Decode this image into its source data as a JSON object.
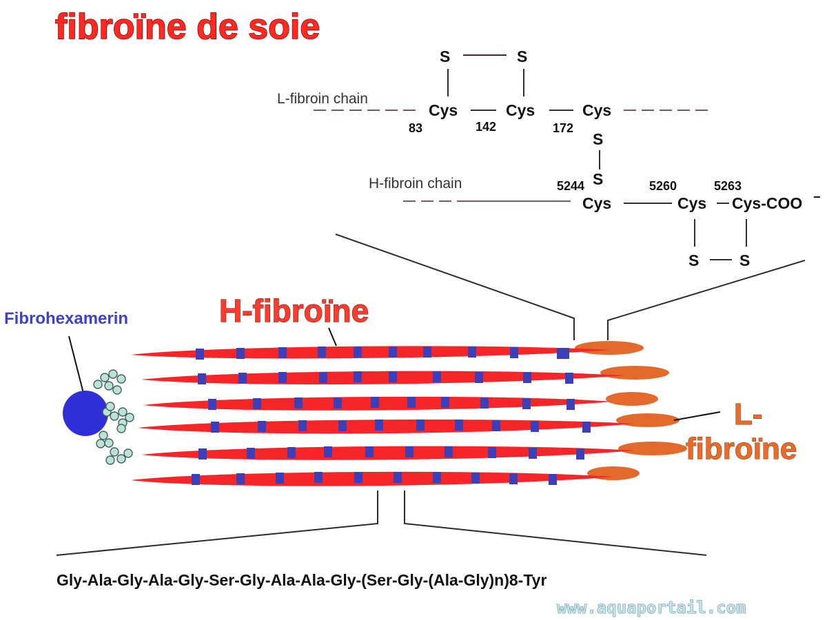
{
  "title": "fibroïne de soie",
  "labels": {
    "h_fibroine": "H-fibroïne",
    "l_fibroine_line1": "L-",
    "l_fibroine_line2": "fibroïne",
    "fibrohexamerin": "Fibrohexamerin",
    "l_chain": "L-fibroin chain",
    "h_chain": "H-fibroin chain"
  },
  "structure": {
    "sulfur": "S",
    "cys": "Cys",
    "cys_coo": "Cys-COO",
    "minus": "−",
    "l_positions": [
      "83",
      "142",
      "172"
    ],
    "h_positions": [
      "5244",
      "5260",
      "5263"
    ]
  },
  "sequence": "Gly-Ala-Gly-Ala-Gly-Ser-Gly-Ala-Ala-Gly-(Ser-Gly-(Ala-Gly)n)8-Tyr",
  "watermark": "www.aquaportail.com",
  "colors": {
    "title": "#ff2a22",
    "strand": "#f5262a",
    "block": "#3d3fb8",
    "l_fibroin": "#e26a2c",
    "fibrohexamerin": "#3030d8",
    "glycan": "#b8e4d8"
  }
}
